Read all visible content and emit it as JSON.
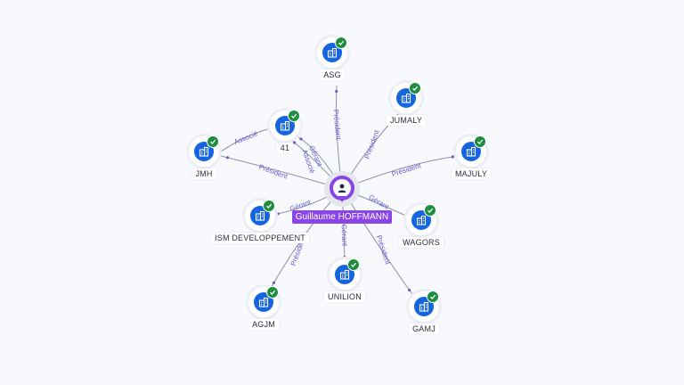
{
  "center": {
    "name": "Guillaume HOFFMANN",
    "icon": "person-icon",
    "color": "#8a45e6"
  },
  "companies": [
    {
      "id": "asg",
      "label": "ASG",
      "icon": "building-icon",
      "verified": true
    },
    {
      "id": "jumaly",
      "label": "JUMALY",
      "icon": "building-icon",
      "verified": true
    },
    {
      "id": "majuly",
      "label": "MAJULY",
      "icon": "building-icon",
      "verified": true
    },
    {
      "id": "wagors",
      "label": "WAGORS",
      "icon": "building-icon",
      "verified": true
    },
    {
      "id": "gamj",
      "label": "GAMJ",
      "icon": "building-icon",
      "verified": true
    },
    {
      "id": "unilion",
      "label": "UNILION",
      "icon": "building-icon",
      "verified": true
    },
    {
      "id": "agjm",
      "label": "AGJM",
      "icon": "building-icon",
      "verified": true
    },
    {
      "id": "ism",
      "label": "ISM DEVELOPPEMENT",
      "icon": "building-icon",
      "verified": true
    },
    {
      "id": "jmh",
      "label": "JMH",
      "icon": "building-icon",
      "verified": true
    },
    {
      "id": "c41",
      "label": "41",
      "icon": "building-icon",
      "verified": true
    }
  ],
  "edges": [
    {
      "id": "e-asg",
      "to": "asg",
      "label": "Président"
    },
    {
      "id": "e-jumaly",
      "to": "jumaly",
      "label": "Président"
    },
    {
      "id": "e-majuly",
      "to": "majuly",
      "label": "Président"
    },
    {
      "id": "e-wagors",
      "to": "wagors",
      "label": "Gérant"
    },
    {
      "id": "e-gamj",
      "to": "gamj",
      "label": "Président"
    },
    {
      "id": "e-unilion",
      "to": "unilion",
      "label": "Gérant"
    },
    {
      "id": "e-agjm",
      "to": "agjm",
      "label": "Président"
    },
    {
      "id": "e-ism",
      "to": "ism",
      "label": "Gérant"
    },
    {
      "id": "e-jmh",
      "to": "jmh",
      "label": "Président"
    },
    {
      "id": "e-41-gerant",
      "to": "c41",
      "label": "Gérant"
    },
    {
      "id": "e-41-associe",
      "to": "c41",
      "label": "Associé"
    },
    {
      "id": "e-jmh-41",
      "to": "c41",
      "label": "Associé"
    }
  ],
  "colors": {
    "node_fill": "#1565e0",
    "verified_badge": "#1e8e3e",
    "edge_label": "#6a5acd",
    "edge_line": "#8a8fa8"
  }
}
